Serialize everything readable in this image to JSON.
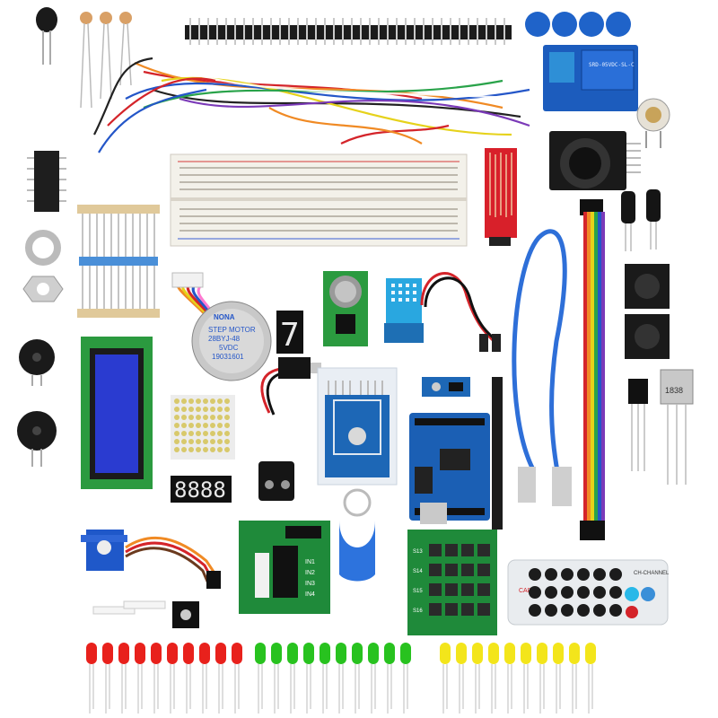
{
  "stepper_motor": {
    "brand": "NONA",
    "line1": "STEP MOTOR",
    "line2": "28BYJ-48",
    "line3": "5VDC",
    "line4": "19031601"
  },
  "relay": {
    "text": "SRD-05VDC-SL-C"
  },
  "seven_segment": {
    "digit": "7"
  },
  "four_digit": {
    "digits": "8888"
  },
  "ir_remote": {
    "brand": "CAR",
    "label": "CH-CHANNEL"
  },
  "keypad": {
    "rows": [
      "S13",
      "S14",
      "S15",
      "S16"
    ]
  },
  "uln_board": {
    "pins": [
      "IN1",
      "IN2",
      "IN3",
      "IN4"
    ]
  },
  "transistor": {
    "code": "1838"
  },
  "led_colors": {
    "red": "#e8211c",
    "green": "#28c21f",
    "yellow": "#f3e51b"
  },
  "board_colors": {
    "uno": "#1b5fb4",
    "rfid": "#1d67b6",
    "green_pcb": "#1f8a3a",
    "lcd": "#2a3bd0"
  }
}
